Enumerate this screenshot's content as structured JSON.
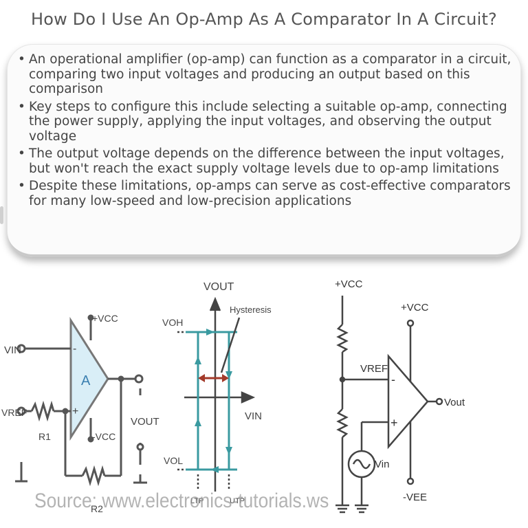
{
  "title": "How Do I Use An Op-Amp As A Comparator In A Circuit?",
  "bullets": [
    "An operational amplifier (op-amp) can function as a comparator in a circuit, comparing two input voltages and producing an output based on this comparison",
    "Key steps to configure this include selecting a suitable op-amp, connecting the power supply, applying the input voltages, and observing the output voltage",
    "The output voltage depends on the difference between the input voltages, but won't reach the exact supply voltage levels due to op-amp limitations",
    "Despite these limitations, op-amps can serve as cost-effective comparators for many low-speed and low-precision applications"
  ],
  "left_circuit": {
    "vin": "VIN",
    "vref": "VREF",
    "vcc_pos": "+VCC",
    "vcc_neg": "-VCC",
    "amp": "A",
    "minus": "-",
    "plus": "+",
    "r1": "R1",
    "r2": "R2",
    "vout": "VOUT"
  },
  "hysteresis_plot": {
    "vout_axis": "VOUT",
    "vin_axis": "VIN",
    "voh": "VOH",
    "vol": "VOL",
    "hysteresis": "Hysteresis",
    "ltp": "LTP",
    "utp": "UTP"
  },
  "source": "Source: www.electronics-tutorials.ws",
  "right_circuit": {
    "vcc_top": "+VCC",
    "vcc_amp": "+VCC",
    "vref": "VREF",
    "vout": "Vout",
    "vin": "Vin",
    "vee": "-VEE",
    "minus": "-",
    "plus": "+"
  },
  "colors": {
    "amp_fill": "#d9eef7",
    "teal": "#3a9aa0",
    "red_arrow": "#a33a2a",
    "wire": "#555555"
  }
}
